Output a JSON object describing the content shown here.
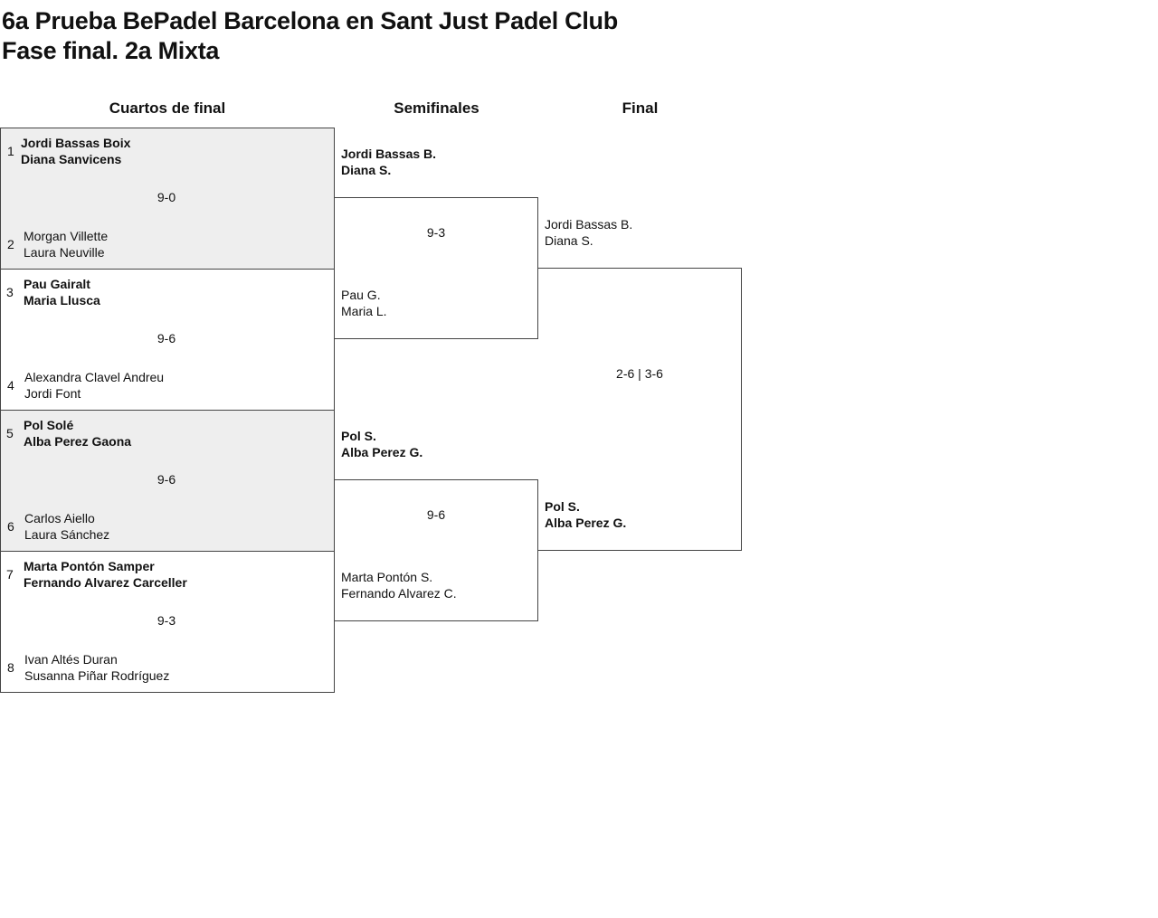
{
  "title_line1": "6a Prueba BePadel Barcelona en Sant Just Padel Club",
  "title_line2": "Fase final. 2a Mixta",
  "rounds": [
    "Cuartos de final",
    "Semifinales",
    "Final"
  ],
  "quarterfinals": [
    {
      "seed1": "1",
      "t1": [
        "Jordi Bassas Boix",
        "Diana Sanvicens"
      ],
      "seed2": "2",
      "t2": [
        "Morgan Villette",
        "Laura Neuville"
      ],
      "score": "9-0"
    },
    {
      "seed1": "3",
      "t1": [
        "Pau Gairalt",
        "Maria Llusca"
      ],
      "seed2": "4",
      "t2": [
        "Alexandra Clavel Andreu",
        "Jordi Font"
      ],
      "score": "9-6"
    },
    {
      "seed1": "5",
      "t1": [
        "Pol Solé",
        "Alba Perez Gaona"
      ],
      "seed2": "6",
      "t2": [
        "Carlos Aiello",
        "Laura Sánchez"
      ],
      "score": "9-6"
    },
    {
      "seed1": "7",
      "t1": [
        "Marta Pontón Samper",
        "Fernando Alvarez Carceller"
      ],
      "seed2": "8",
      "t2": [
        "Ivan Altés Duran",
        "Susanna Piñar Rodríguez"
      ],
      "score": "9-3"
    }
  ],
  "semifinals": [
    {
      "t1": [
        "Jordi Bassas B.",
        "Diana S."
      ],
      "t2": [
        "Pau G.",
        "Maria L."
      ],
      "score": "9-3"
    },
    {
      "t1": [
        "Pol S.",
        "Alba Perez G."
      ],
      "t2": [
        "Marta Pontón S.",
        "Fernando Alvarez C."
      ],
      "score": "9-6"
    }
  ],
  "final": {
    "t1": [
      "Jordi Bassas B.",
      "Diana S."
    ],
    "t2": [
      "Pol S.",
      "Alba Perez G."
    ],
    "score": "2-6 | 3-6"
  }
}
